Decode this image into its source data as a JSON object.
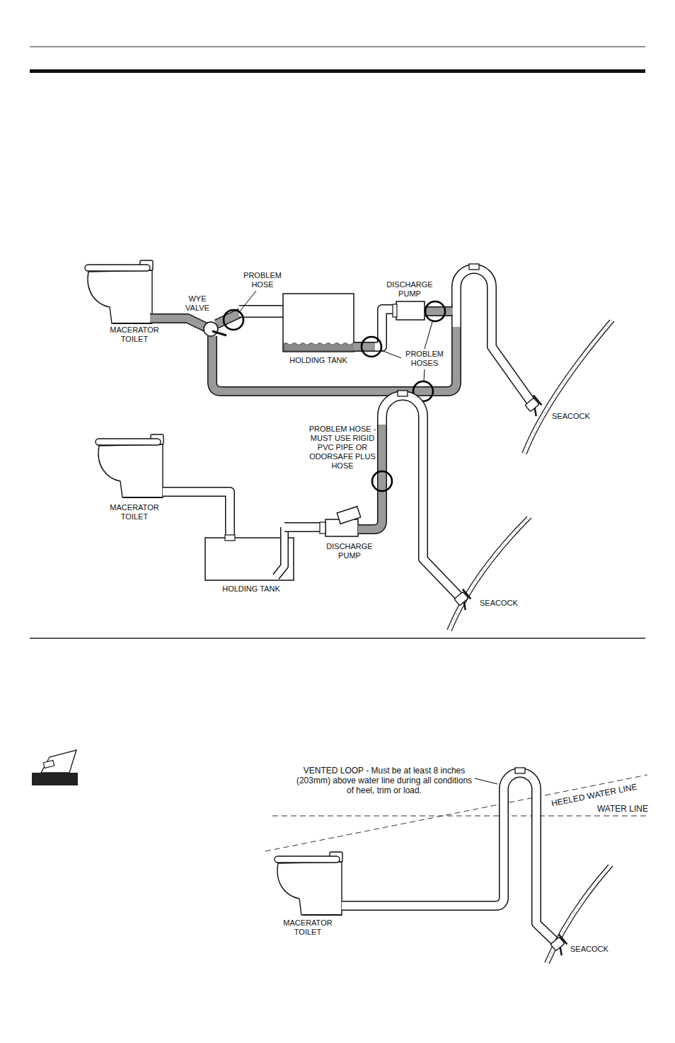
{
  "diagram": {
    "labels": [
      "PROBLEM HOSE",
      "WYE VALVE",
      "MACERATOR TOILET",
      "HOLDING TANK",
      "DISCHARGE PUMP",
      "PROBLEM HOSES",
      "SEACOCK",
      "PROBLEM HOSE - MUST USE RIGID PVC PIPE OR ODORSAFE PLUS HOSE",
      "MACERATOR TOILET",
      "HOLDING TANK",
      "DISCHARGE PUMP",
      "SEACOCK",
      "VENTED LOOP - Must be at least 8 inches (203mm) above water line during all conditions of heel, trim or load.",
      "HEELED WATER LINE",
      "WATER LINE",
      "MACERATOR TOILET",
      "SEACOCK"
    ]
  }
}
